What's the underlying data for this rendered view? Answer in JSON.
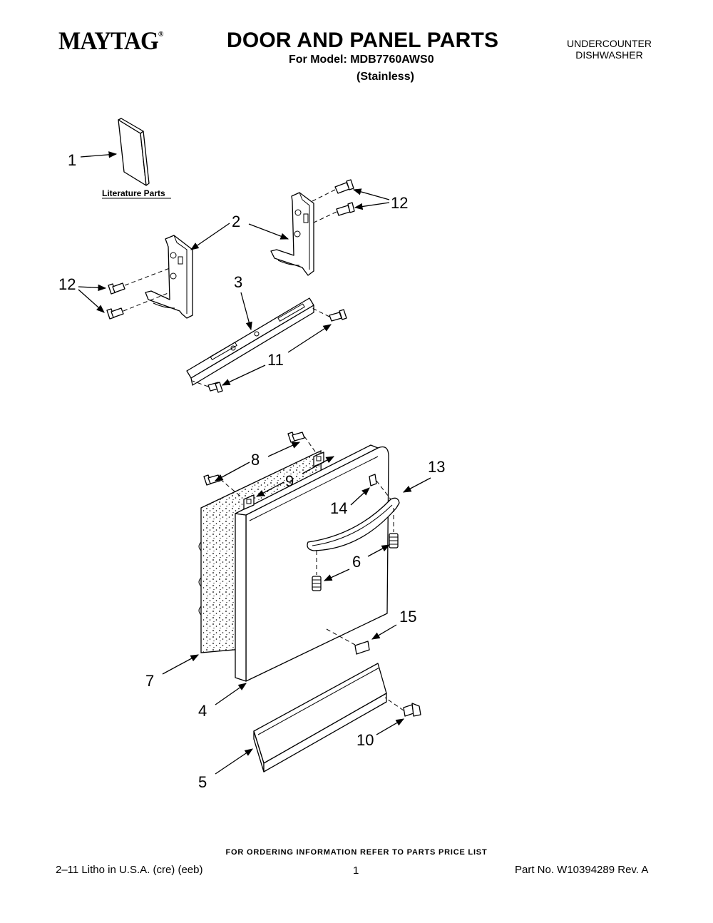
{
  "header": {
    "brand": "MAYTAG",
    "brand_mark": "®",
    "title": "DOOR AND PANEL PARTS",
    "model_line": "For Model: MDB7760AWS0",
    "variant": "(Stainless)",
    "appliance_line1": "UNDERCOUNTER",
    "appliance_line2": "DISHWASHER"
  },
  "diagram": {
    "literature_label": "Literature Parts",
    "callouts": {
      "c1": "1",
      "c2": "2",
      "c3": "3",
      "c4": "4",
      "c5": "5",
      "c6": "6",
      "c7": "7",
      "c8": "8",
      "c9": "9",
      "c10": "10",
      "c11": "11",
      "c12a": "12",
      "c12b": "12",
      "c13": "13",
      "c14": "14",
      "c15": "15"
    }
  },
  "footer": {
    "order_note": "FOR ORDERING INFORMATION REFER TO PARTS PRICE LIST",
    "litho": "2–11 Litho in U.S.A. (cre) (eeb)",
    "page": "1",
    "part_number": "Part No. W10394289 Rev. A"
  }
}
